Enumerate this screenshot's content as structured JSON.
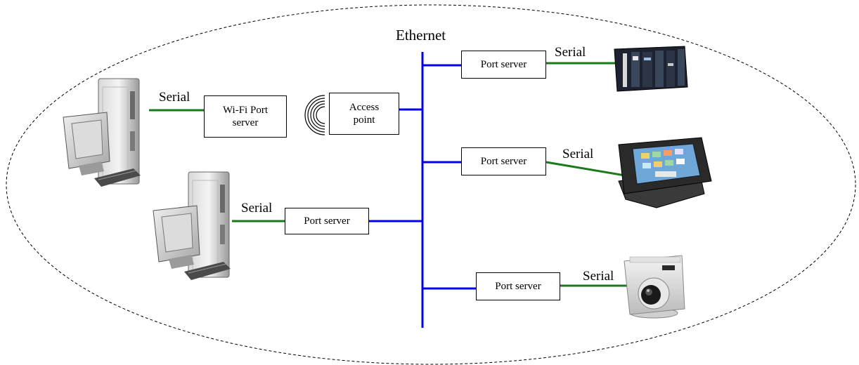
{
  "network": {
    "label": "Ethernet"
  },
  "serial_labels": {
    "pc1": "Serial",
    "pc2": "Serial",
    "plc": "Serial",
    "pos": "Serial",
    "camera": "Serial"
  },
  "boxes": {
    "wifi_port_server": "Wi-Fi Port server",
    "access_point": "Access point",
    "port_server_pc2": "Port server",
    "port_server_plc": "Port server",
    "port_server_pos": "Port server",
    "port_server_camera": "Port server"
  },
  "icons": [
    "desktop-computer-icon",
    "wireless-signal-icon",
    "plc-rack-icon",
    "touchscreen-terminal-icon",
    "ptz-camera-icon"
  ],
  "colors": {
    "ethernet": "#0000ee",
    "serial": "#1a7a1a",
    "outline": "#000000"
  }
}
